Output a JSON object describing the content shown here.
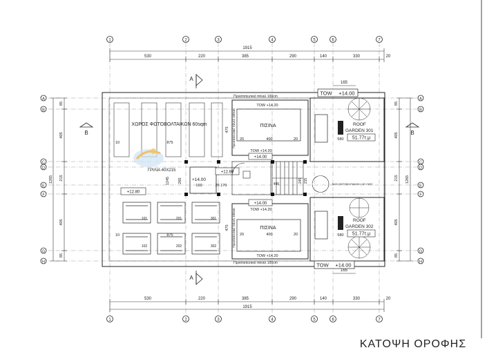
{
  "grid_cols": [
    "1",
    "2",
    "3",
    "4",
    "5",
    "6",
    "7"
  ],
  "grid_rows": [
    "A",
    "B",
    "C",
    "D",
    "E",
    "F",
    "G",
    "H"
  ],
  "dims": {
    "total": "1915",
    "segments": [
      "530",
      "220",
      "385",
      "290",
      "140",
      "330",
      "20"
    ],
    "bay_165": "165",
    "left_vertical": [
      "85",
      "405",
      "215",
      "405",
      "85"
    ],
    "left_total": "1265",
    "right_vertical": [
      "85",
      "405",
      "215",
      "405",
      "85"
    ],
    "right_total": "1265"
  },
  "section_marks": {
    "a": "A",
    "b": "B"
  },
  "rooms": {
    "pv_area": "ΧΩΡΟΣ ΦΩΤΟΒΟΛΤΑΙΚΩΝ 60sqm",
    "pool": "ΠΙΣΙΝΑ",
    "grille": "ΓΡΙΛΙΑ 40Χ215",
    "roof_garden_label": "ROOF",
    "roof_garden_301": "GARDEN 301",
    "roof_garden_302": "GARDEN 302",
    "area_301": "51.77τ.μ",
    "area_302": "51.77τ.μ",
    "protective_glass": "Προστατευτικό πάνελ 100cm",
    "protective_glass_v": "Προστατευτικό πάνελ 100cm",
    "slot_labels": [
      "101",
      "201",
      "301",
      "102",
      "202",
      "302"
    ]
  },
  "levels": {
    "tow_label": "TOW",
    "tow_value": "+14.00",
    "tow_pool": "TOW   +14.20",
    "level_1400": "+14.00",
    "level_1280": "+12.80",
    "level_1420": "+14.20"
  },
  "local_dims": {
    "d475": "475",
    "d20": "20",
    "d400": "400",
    "d875": "875",
    "d10": "10",
    "d1245": "1245",
    "d160": "160",
    "d265": "265",
    "d25": "25",
    "d170": "170",
    "d580": "580",
    "d495": "495",
    "d245": "245",
    "d215": "215"
  },
  "stair_note": "ΒΑΣΗ ΦΩΤΟΒΟΛΤΑΙΚΩΝ 1:50 ΥΨΟΣ",
  "sheet_title": "ΚΑΤΟΨΗ   ΟΡΟΦΗΣ"
}
